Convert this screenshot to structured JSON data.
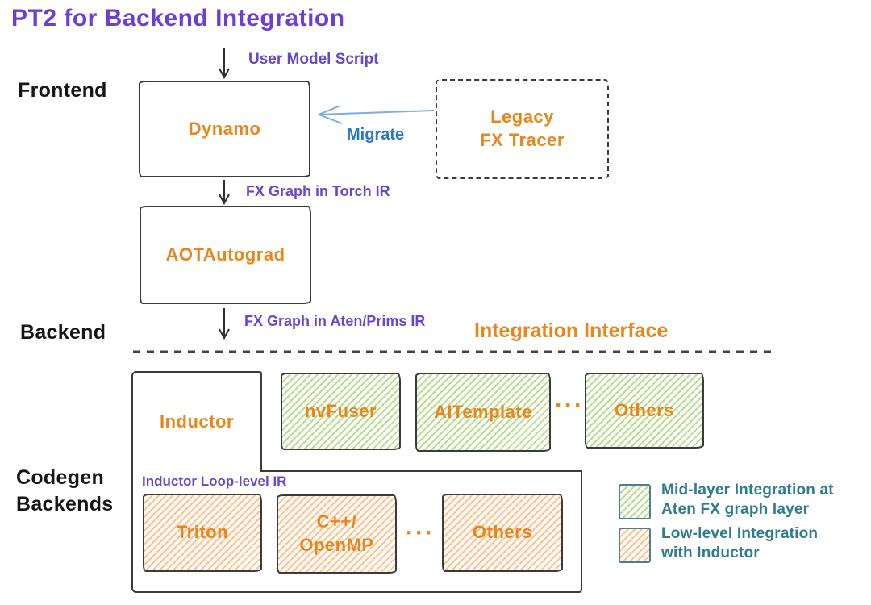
{
  "title": "PT2 for Backend Integration",
  "sections": {
    "frontend": "Frontend",
    "backend": "Backend",
    "codegen": "Codegen Backends"
  },
  "flow_labels": {
    "user_model_script": "User Model Script",
    "fx_graph_torch": "FX Graph in Torch IR",
    "fx_graph_aten": "FX Graph in Aten/Prims IR",
    "migrate": "Migrate",
    "integration_interface": "Integration Interface",
    "inductor_loop_ir": "Inductor Loop-level IR"
  },
  "nodes": {
    "dynamo": "Dynamo",
    "legacy_fx_tracer": "Legacy\nFX Tracer",
    "aot_autograd": "AOTAutograd",
    "inductor": "Inductor",
    "nvfuser": "nvFuser",
    "aitemplate": "AITemplate",
    "others_mid": "Others",
    "triton": "Triton",
    "cpp_openmp": "C++/\nOpenMP",
    "others_low": "Others",
    "ellipsis": "···"
  },
  "legend": {
    "mid_layer": "Mid-layer Integration at\nAten FX graph layer",
    "low_level": "Low-level Integration\nwith Inductor"
  },
  "colors": {
    "title_purple": "#6B3FD6",
    "label_purple": "#6847D0",
    "accent_orange": "#E8861C",
    "migrate_blue": "#2E75C8",
    "arrow_blue": "#7AADE0",
    "legend_teal": "#2E7D8E",
    "green_hatch": "#92C65E",
    "orange_hatch": "#F29E56",
    "ink": "#3B3B3B"
  }
}
